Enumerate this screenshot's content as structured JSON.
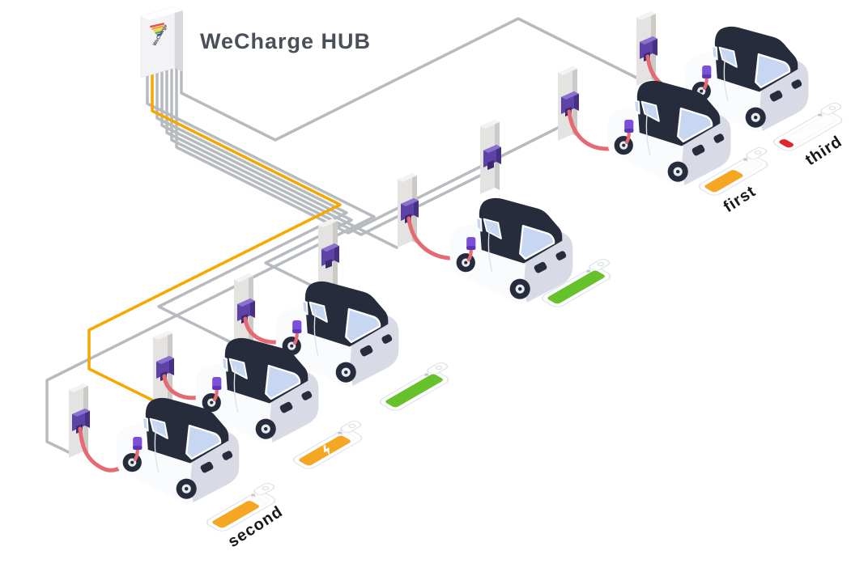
{
  "title": "WeCharge HUB",
  "hub": {
    "logo_text": "WeCharge",
    "cable_count": 8,
    "active_cable_color": "#F5A800",
    "idle_cable_color": "#B7BBC0"
  },
  "cars": [
    {
      "id": "left-front",
      "label": "second",
      "battery_pct": 78,
      "battery_color": "#F5A623",
      "fill_w": "55",
      "charging_bolt": false,
      "plugged_in": true
    },
    {
      "id": "left-middle",
      "label": "",
      "battery_pct": 88,
      "battery_color": "#F5A623",
      "fill_w": "62",
      "charging_bolt": true,
      "plugged_in": true
    },
    {
      "id": "left-back",
      "label": "",
      "battery_pct": 100,
      "battery_color": "#66C22B",
      "fill_w": "70",
      "charging_bolt": false,
      "plugged_in": true
    },
    {
      "id": "center",
      "label": "",
      "battery_pct": 100,
      "battery_color": "#66C22B",
      "fill_w": "70",
      "charging_bolt": false,
      "plugged_in": true
    },
    {
      "id": "top-front",
      "label": "first",
      "battery_pct": 62,
      "battery_color": "#F5A623",
      "fill_w": "43",
      "charging_bolt": false,
      "plugged_in": true
    },
    {
      "id": "top-rear",
      "label": "third",
      "battery_pct": 13,
      "battery_color": "#E0262C",
      "fill_w": "9",
      "charging_bolt": false,
      "plugged_in": true
    }
  ],
  "stations": [
    {
      "id": 1,
      "connected": true
    },
    {
      "id": 2,
      "connected": true
    },
    {
      "id": 3,
      "connected": false
    },
    {
      "id": 4,
      "connected": true
    },
    {
      "id": 5,
      "connected": false
    },
    {
      "id": 6,
      "connected": true
    },
    {
      "id": 7,
      "connected": true
    },
    {
      "id": 8,
      "connected": true
    }
  ],
  "colors": {
    "title_text": "#4A505A",
    "label_text": "#15171C",
    "car_roof": "#272C3C",
    "car_body": "#FAFBFD",
    "car_body_shade": "#D8DBE6",
    "window": "#C7D7F2",
    "charger_purple": "#5D43A8",
    "port_purple": "#7C4FD8",
    "charge_cable_red": "#E56A72",
    "station_gray": "#E4E3E1",
    "battery_green": "#66C22B",
    "battery_orange": "#F5A623",
    "battery_red": "#E0262C",
    "power_cable_orange": "#F5A800",
    "ground_cable_gray": "#B7BBC0"
  }
}
